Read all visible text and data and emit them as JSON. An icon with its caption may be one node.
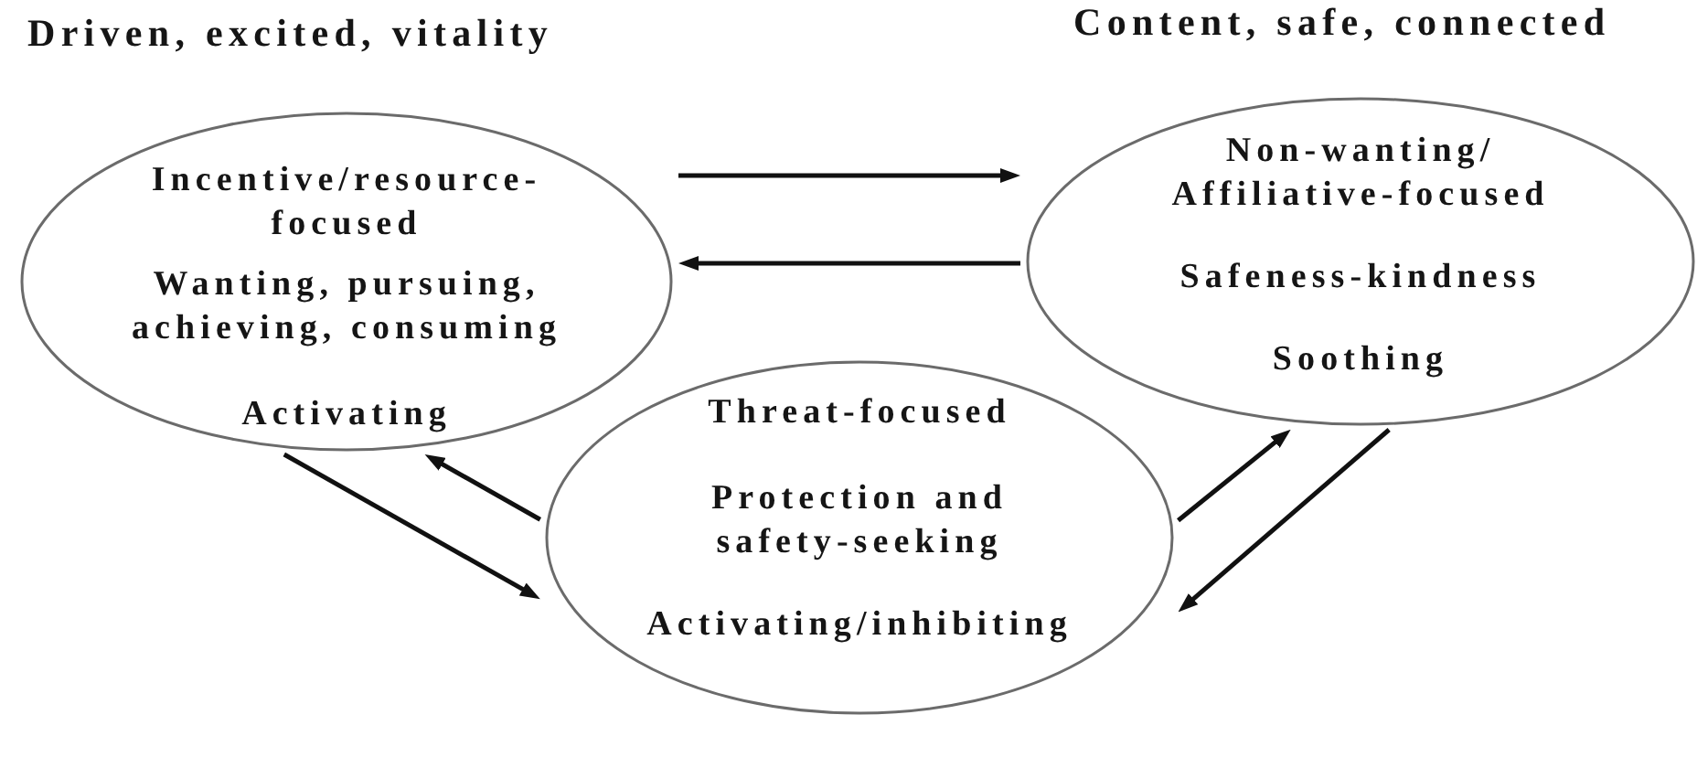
{
  "diagram": {
    "nodes": [
      {
        "text": [
          "Incentive/resource- focused",
          "Wanting, pursuing, achieving, consuming",
          "Activating"
        ],
        "beside": [
          "Driven, excited, vitality"
        ]
      },
      {
        "text": [
          "Non-wanting/ Affiliative-focused",
          "Safeness-kindness",
          "Soothing"
        ],
        "beside": [
          "Content, safe, connected"
        ]
      },
      {
        "text": [
          "Threat-focused",
          "Protection and safety-seeking",
          "Activating/inhibiting"
        ]
      }
    ],
    "edges": [
      {
        "from": 0,
        "to": 1,
        "arrow": "to"
      },
      {
        "from": 1,
        "to": 0,
        "arrow": "to"
      },
      {
        "from": 0,
        "to": 2,
        "arrow": "to"
      },
      {
        "from": 2,
        "to": 0,
        "arrow": "to"
      },
      {
        "from": 2,
        "to": 1,
        "arrow": "to"
      },
      {
        "from": 1,
        "to": 2,
        "arrow": "to"
      }
    ]
  }
}
